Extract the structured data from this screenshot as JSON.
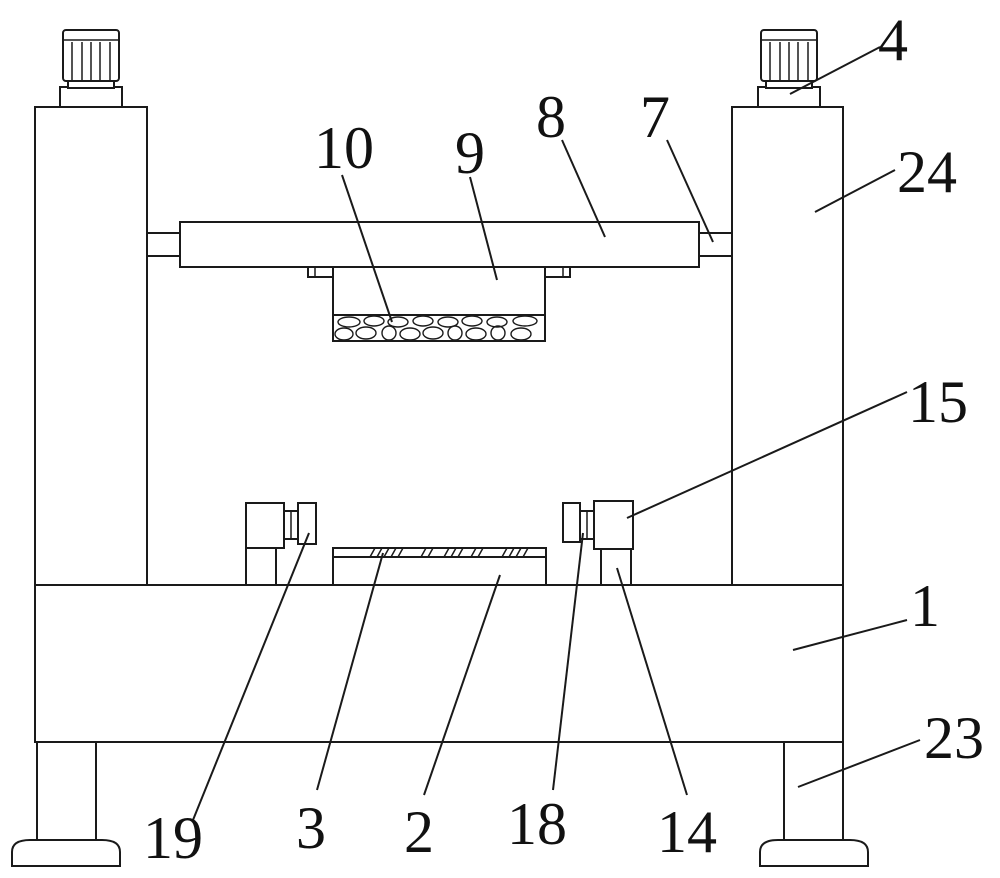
{
  "labels": {
    "l1": "1",
    "l2": "2",
    "l3": "3",
    "l4": "4",
    "l7": "7",
    "l8": "8",
    "l9": "9",
    "l10": "10",
    "l14": "14",
    "l15": "15",
    "l18": "18",
    "l19": "19",
    "l23": "23",
    "l24": "24"
  }
}
